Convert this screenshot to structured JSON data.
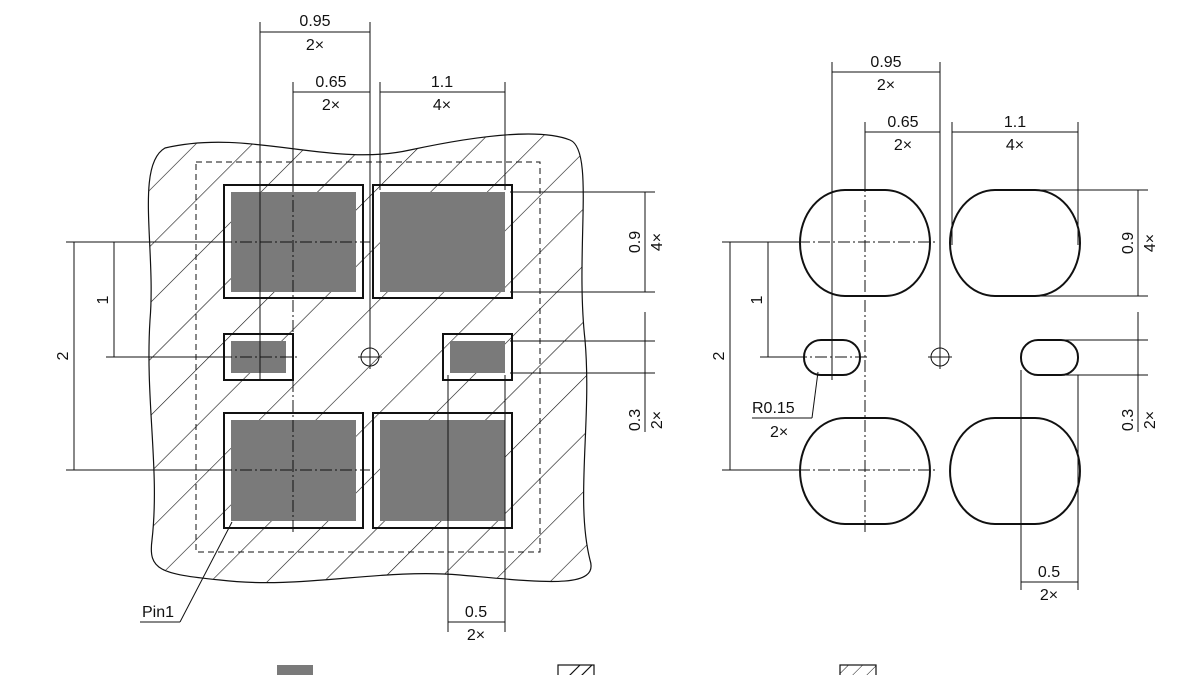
{
  "left_view": {
    "dims": {
      "pitch_top": {
        "value": "0.95",
        "count": "2×"
      },
      "pitch_inner": {
        "value": "0.65",
        "count": "2×"
      },
      "pad_width": {
        "value": "1.1",
        "count": "4×"
      },
      "pad_height": {
        "value": "0.9",
        "count": "4×"
      },
      "small_pad_height": {
        "value": "0.3",
        "count": "2×"
      },
      "small_pad_width": {
        "value": "0.5",
        "count": "2×"
      },
      "row_pitch": {
        "value": "1"
      },
      "total_pitch": {
        "value": "2"
      }
    },
    "pin1_label": "Pin1"
  },
  "right_view": {
    "dims": {
      "pitch_top": {
        "value": "0.95",
        "count": "2×"
      },
      "pitch_inner": {
        "value": "0.65",
        "count": "2×"
      },
      "pad_width": {
        "value": "1.1",
        "count": "4×"
      },
      "pad_height": {
        "value": "0.9",
        "count": "4×"
      },
      "small_pad_height": {
        "value": "0.3",
        "count": "2×"
      },
      "small_pad_width": {
        "value": "0.5",
        "count": "2×"
      },
      "row_pitch": {
        "value": "1"
      },
      "total_pitch": {
        "value": "2"
      },
      "radius": {
        "value": "R0.15",
        "count": "2×"
      }
    }
  },
  "colors": {
    "pad_fill": "#7a7a7a",
    "line": "#111111"
  }
}
